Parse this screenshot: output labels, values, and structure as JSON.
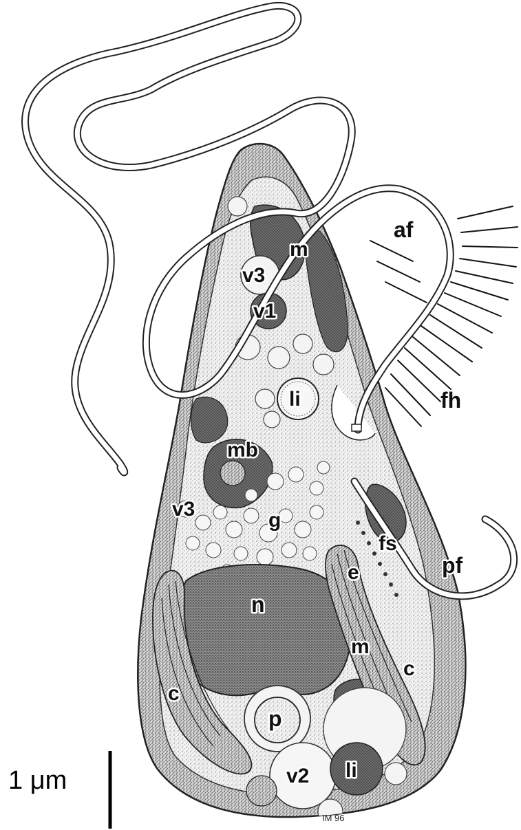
{
  "labels": {
    "af": "af",
    "fh": "fh",
    "pf": "pf",
    "m_top": "m",
    "v3_top": "v3",
    "v1": "v1",
    "li_mid": "li",
    "mb": "mb",
    "v3_mid": "v3",
    "g": "g",
    "fs": "fs",
    "e": "e",
    "n": "n",
    "m_low": "m",
    "c_right": "c",
    "c_left": "c",
    "p": "p",
    "v2": "v2",
    "li_low": "li"
  },
  "scale_bar": {
    "label": "1 μm"
  },
  "signature": "IM 96",
  "colors": {
    "ink": "#111111",
    "stipple_light": "#c9c9c9",
    "stipple_dark": "#5a5a5a",
    "nucleus": "#7a7a7a",
    "background": "#ffffff"
  }
}
